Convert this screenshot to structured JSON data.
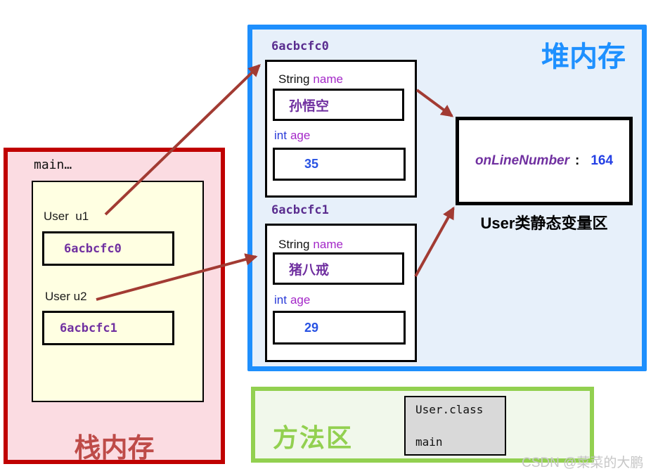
{
  "stack": {
    "title": "栈内存",
    "frame_label": "main…",
    "vars": [
      {
        "label": "User  u1",
        "value": "6acbcfc0"
      },
      {
        "label": "User u2",
        "value": "6acbcfc1"
      }
    ]
  },
  "heap": {
    "title": "堆内存",
    "objects": [
      {
        "address": "6acbcfc0",
        "fields": [
          {
            "type": "String",
            "name": "name",
            "value": "孙悟空"
          },
          {
            "type": "int",
            "name": "age",
            "value": "35"
          }
        ]
      },
      {
        "address": "6acbcfc1",
        "fields": [
          {
            "type": "String",
            "name": "name",
            "value": "猪八戒"
          },
          {
            "type": "int",
            "name": "age",
            "value": "29"
          }
        ]
      }
    ],
    "static_area": {
      "field": "onLineNumber",
      "separator": ":",
      "value": "164",
      "caption": "User类静态变量区"
    }
  },
  "method_area": {
    "title": "方法区",
    "entries": [
      "User.class",
      "main"
    ]
  },
  "watermark": "CSDN @菜菜的大鹏",
  "colors": {
    "stack_border": "#C00000",
    "stack_bg": "#FBDCE2",
    "stack_title": "#BE4B48",
    "frame_bg": "#FFFFE2",
    "heap_border": "#1E8FFD",
    "heap_bg": "#E7F0FA",
    "heap_title": "#1E90FF",
    "method_green": "#92D050",
    "method_bg": "#F1F8EB",
    "class_box_bg": "#D9D9D9",
    "address_purple": "#7030A0",
    "field_name_purple": "#A428C8",
    "int_blue": "#2A3BD8",
    "number_blue": "#2953E3",
    "arrow_red": "#A23B33",
    "watermark_gray": "#C6C6C6"
  }
}
